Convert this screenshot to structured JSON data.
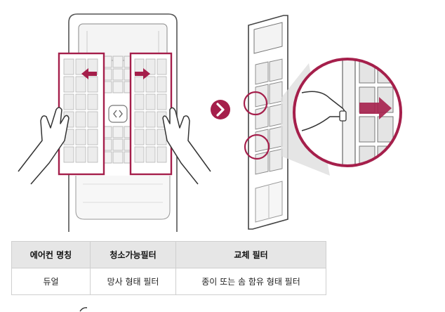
{
  "colors": {
    "accent": "#a51f4b",
    "line": "#555555",
    "table_header_bg": "#e6e6e6",
    "table_border": "#cfcfcf"
  },
  "icons": {
    "next_step": "chevron-right-circle-icon",
    "center_knob": "double-chevron-icon"
  },
  "table": {
    "headers": [
      "에어컨 명칭",
      "청소가능필터",
      "교체 필터"
    ],
    "rows": [
      [
        "듀얼",
        "망사 형태 필터",
        "종이 또는 솜 함유 형태 필터"
      ]
    ]
  }
}
